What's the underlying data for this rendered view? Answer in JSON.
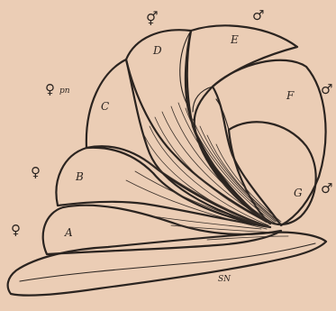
{
  "labels": {
    "A": "A",
    "B": "B",
    "C": "C",
    "D": "D",
    "E": "E",
    "F": "F",
    "G": "G",
    "sn": "SN"
  },
  "symbols": {
    "female": "♀",
    "male": "♂",
    "hermaphrodite": "⚥",
    "pn": "pn"
  },
  "colors": {
    "paper": "#ebcdb5",
    "ink": "#2b2420"
  }
}
